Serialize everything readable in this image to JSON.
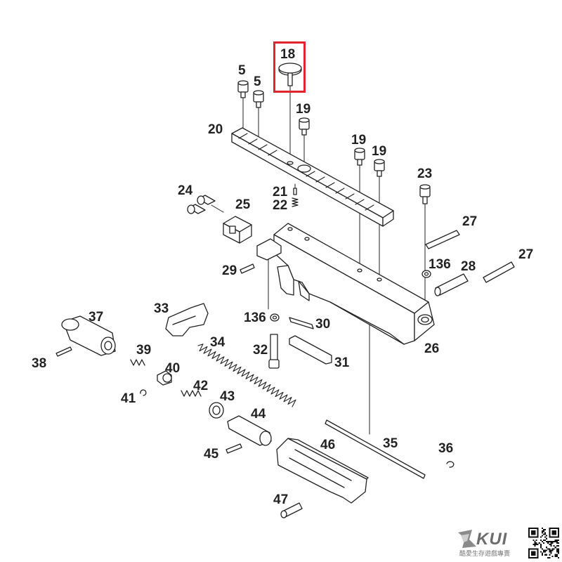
{
  "diagram": {
    "part_numbers": {
      "p18": "18",
      "p5a": "5",
      "p5b": "5",
      "p19a": "19",
      "p19b": "19",
      "p19c": "19",
      "p20": "20",
      "p21": "21",
      "p22": "22",
      "p23": "23",
      "p24": "24",
      "p25": "25",
      "p26": "26",
      "p27a": "27",
      "p27b": "27",
      "p28": "28",
      "p29": "29",
      "p136a": "136",
      "p136b": "136",
      "p30": "30",
      "p31": "31",
      "p32": "32",
      "p33": "33",
      "p34": "34",
      "p35": "35",
      "p36": "36",
      "p37": "37",
      "p38": "38",
      "p39": "39",
      "p40": "40",
      "p41": "41",
      "p42": "42",
      "p43": "43",
      "p44": "44",
      "p45": "45",
      "p46": "46",
      "p47": "47"
    },
    "highlighted_part": "18",
    "highlight_color": "#e0232d",
    "line_color": "#222222"
  },
  "brand": {
    "name": "KUI",
    "tagline": "酷愛生存遊戲專賣",
    "logo_icon": "kui-shield-logo-icon",
    "qr_icon": "qr-code-icon"
  }
}
